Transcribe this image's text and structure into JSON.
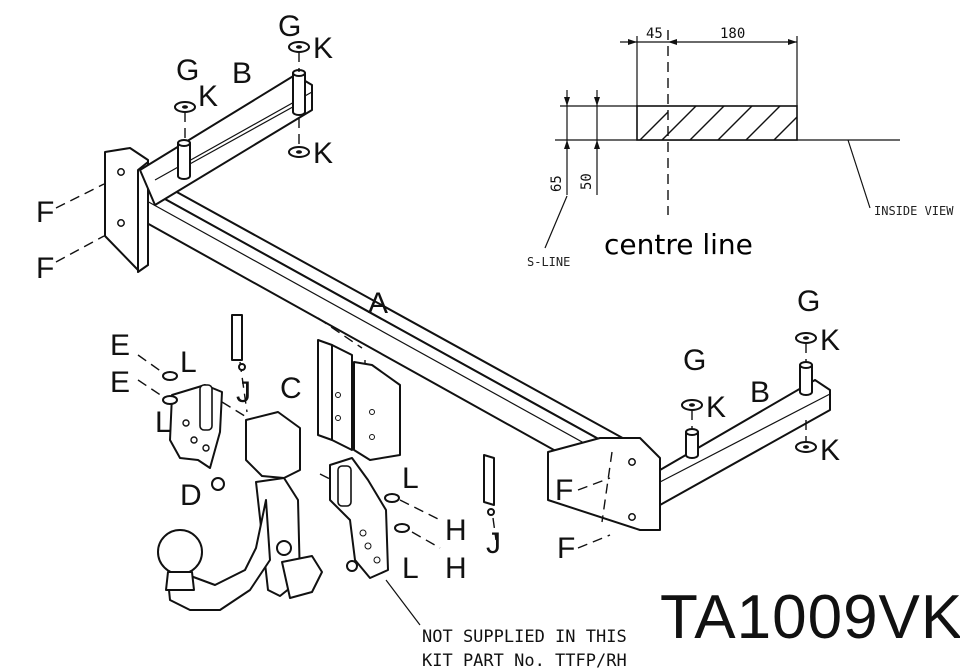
{
  "model_code": "TA1009VK",
  "centre_line_label": "centre line",
  "s_line_label": "S-LINE",
  "inside_view_label": "INSIDE VIEW",
  "dimensions": {
    "width_45": "45",
    "width_180": "180",
    "height_65": "65",
    "height_50": "50"
  },
  "note_line1": "NOT SUPPLIED IN THIS",
  "note_line2": "KIT PART No. TTFP/RH",
  "parts": {
    "A": "A",
    "B": "B",
    "C": "C",
    "D": "D",
    "E": "E",
    "F": "F",
    "G": "G",
    "H": "H",
    "J": "J",
    "K": "K",
    "L": "L"
  }
}
